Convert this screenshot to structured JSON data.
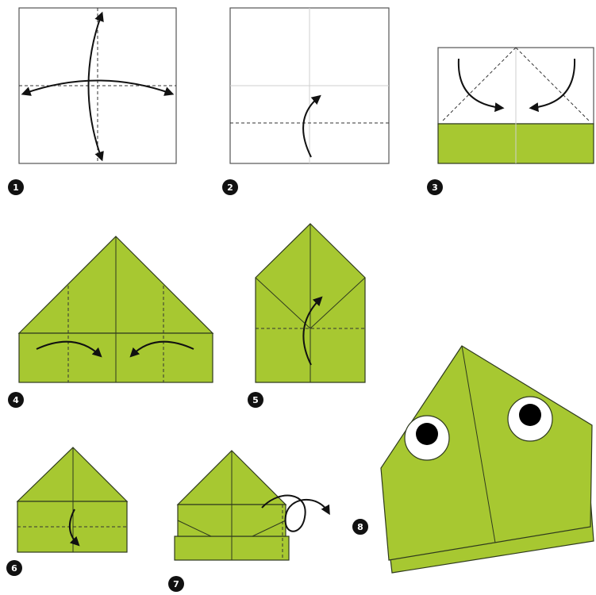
{
  "steps": [
    {
      "number": "1"
    },
    {
      "number": "2"
    },
    {
      "number": "3"
    },
    {
      "number": "4"
    },
    {
      "number": "5"
    },
    {
      "number": "6"
    },
    {
      "number": "7"
    },
    {
      "number": "8"
    }
  ],
  "colors": {
    "paper_green": "#a7c831",
    "paper_white": "#ffffff",
    "outline": "#2f3a1e",
    "crease": "#333333",
    "badge": "#111111"
  }
}
